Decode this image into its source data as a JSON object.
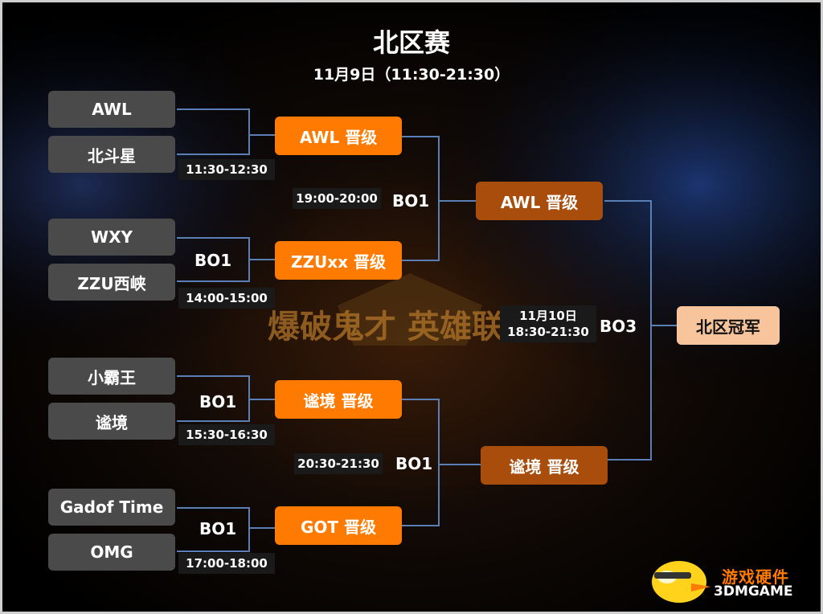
{
  "title": "北区赛",
  "subtitle": "11月9日（11:30-21:30）",
  "teams": [
    "AWL",
    "北斗星",
    "WXY",
    "ZZU西峡",
    "小霸王",
    "谧境",
    "Gadof Time",
    "OMG"
  ],
  "round1_times": [
    "11:30-12:30",
    "14:00-15:00",
    "15:30-16:30",
    "17:00-18:00"
  ],
  "round1_formats": [
    "BO1",
    "BO1",
    "BO1"
  ],
  "round2": {
    "advance": [
      "AWL 晋级",
      "ZZUxx 晋级",
      "谧境 晋级",
      "GOT 晋级"
    ],
    "times": [
      "19:00-20:00",
      "20:30-21:30"
    ],
    "formats": [
      "BO1",
      "BO1"
    ]
  },
  "semis": {
    "advance": [
      "AWL 晋级",
      "谧境 晋级"
    ],
    "date": "11月10日",
    "time": "18:30-21:30",
    "format": "BO3"
  },
  "champion": "北区冠军",
  "background": {
    "logo_art_text": "爆破鬼才 英雄联盟"
  },
  "watermark": {
    "brand": "游戏硬件",
    "sub": "3DMGAME"
  },
  "colors": {
    "orange": "#ff7a00",
    "dark_orange": "#a84d0c",
    "champion": "#f7c49c",
    "team": "#4a4a4a",
    "line": "#5a7fb5"
  }
}
